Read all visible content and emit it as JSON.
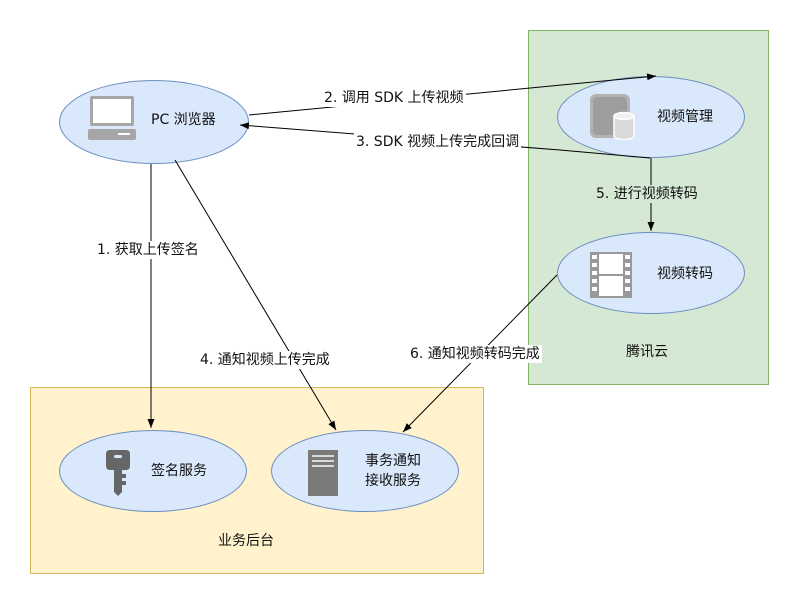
{
  "zones": {
    "tencent_cloud": {
      "label": "腾讯云"
    },
    "business_backend": {
      "label": "业务后台"
    }
  },
  "nodes": {
    "pc_browser": {
      "label": "PC 浏览器",
      "icon": "computer-icon"
    },
    "video_management": {
      "label": "视频管理",
      "icon": "storage-icon"
    },
    "video_transcode": {
      "label": "视频转码",
      "icon": "film-icon"
    },
    "signature_service": {
      "label": "签名服务",
      "icon": "key-icon"
    },
    "event_notify_service": {
      "label_line1": "事务通知",
      "label_line2": "接收服务",
      "icon": "server-icon"
    }
  },
  "edges": [
    {
      "id": "e1",
      "label": "1. 获取上传签名"
    },
    {
      "id": "e2",
      "label": "2. 调用 SDK 上传视频"
    },
    {
      "id": "e3",
      "label": "3. SDK 视频上传完成回调"
    },
    {
      "id": "e4",
      "label": "4. 通知视频上传完成"
    },
    {
      "id": "e5",
      "label": "5. 进行视频转码"
    },
    {
      "id": "e6",
      "label": "6. 通知视频转码完成"
    }
  ]
}
